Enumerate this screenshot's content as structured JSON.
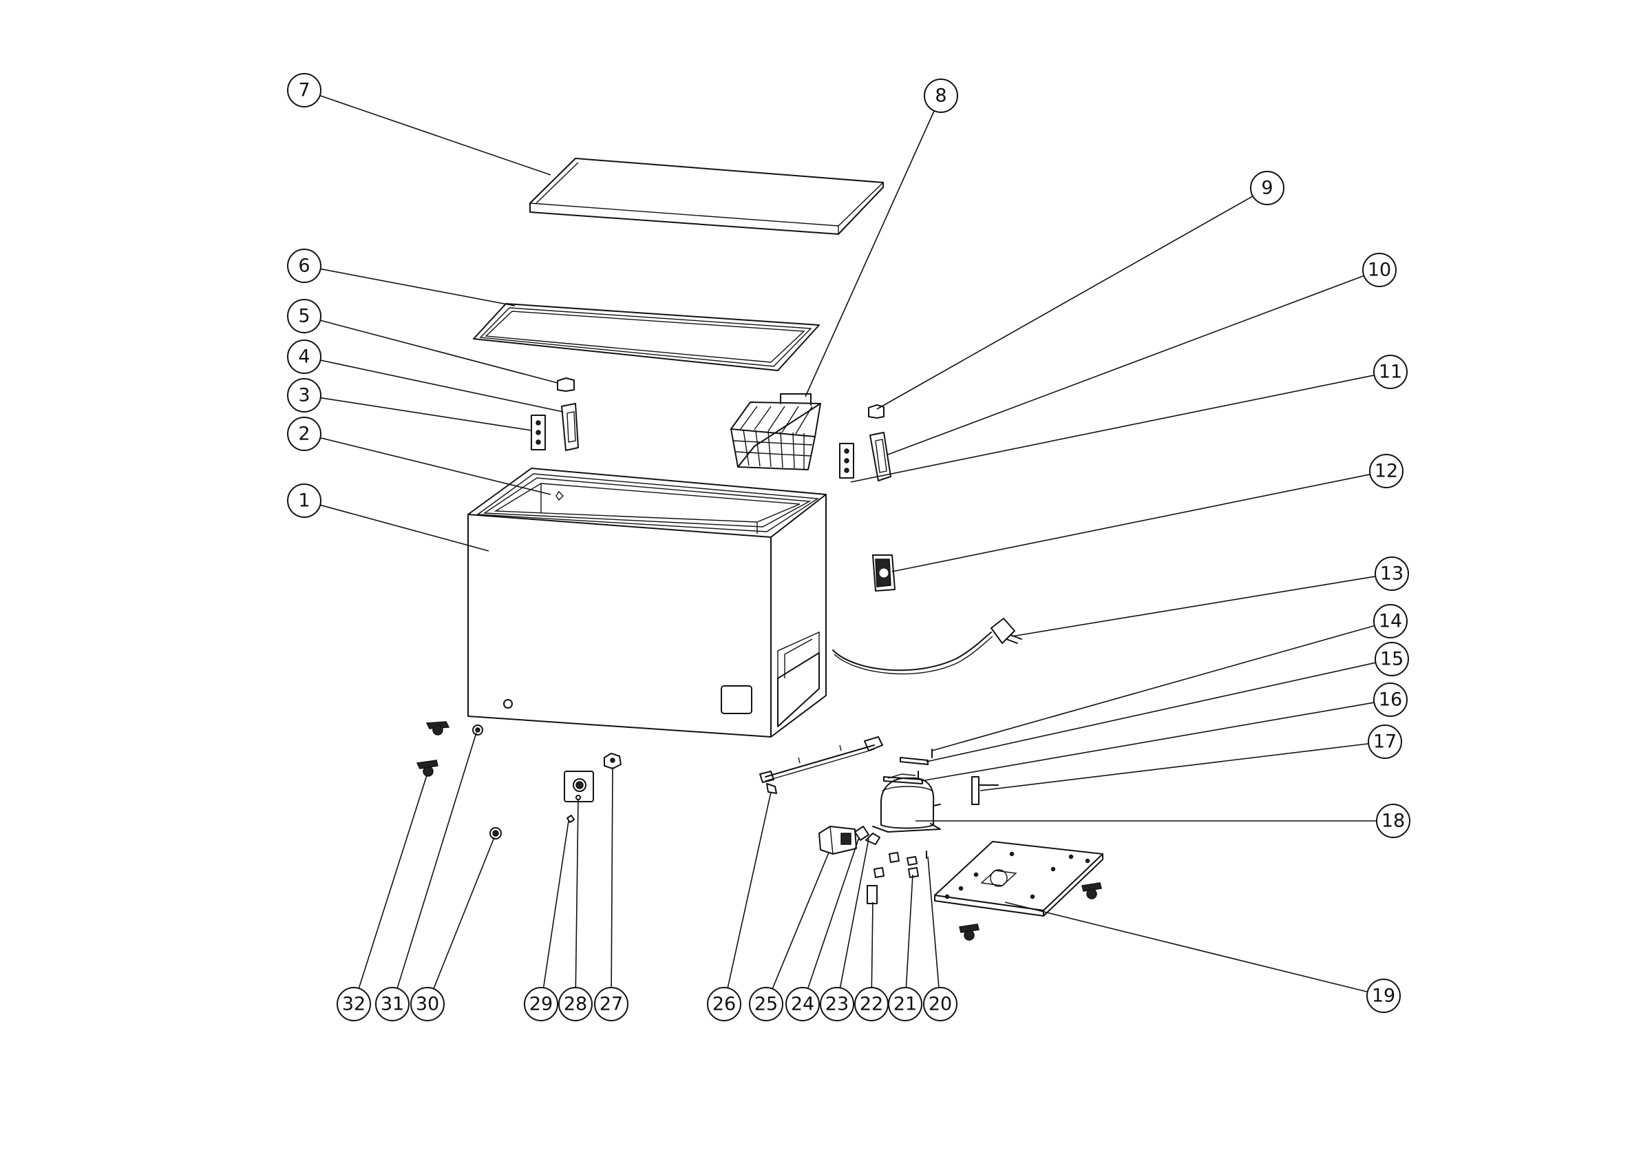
{
  "callouts": [
    {
      "label": "1"
    },
    {
      "label": "2"
    },
    {
      "label": "3"
    },
    {
      "label": "4"
    },
    {
      "label": "5"
    },
    {
      "label": "6"
    },
    {
      "label": "7"
    },
    {
      "label": "8"
    },
    {
      "label": "9"
    },
    {
      "label": "10"
    },
    {
      "label": "11"
    },
    {
      "label": "12"
    },
    {
      "label": "13"
    },
    {
      "label": "14"
    },
    {
      "label": "15"
    },
    {
      "label": "16"
    },
    {
      "label": "17"
    },
    {
      "label": "18"
    },
    {
      "label": "19"
    },
    {
      "label": "20"
    },
    {
      "label": "21"
    },
    {
      "label": "22"
    },
    {
      "label": "23"
    },
    {
      "label": "24"
    },
    {
      "label": "25"
    },
    {
      "label": "26"
    },
    {
      "label": "27"
    },
    {
      "label": "28"
    },
    {
      "label": "29"
    },
    {
      "label": "30"
    },
    {
      "label": "31"
    },
    {
      "label": "32"
    }
  ]
}
